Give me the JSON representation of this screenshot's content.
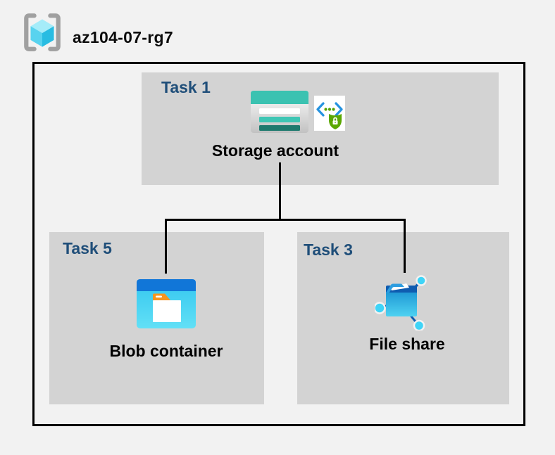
{
  "resource_group": {
    "name": "az104-07-rg7"
  },
  "tasks": [
    {
      "id": "task1",
      "label": "Task 1",
      "resource": "Storage account"
    },
    {
      "id": "task5",
      "label": "Task 5",
      "resource": "Blob container"
    },
    {
      "id": "task3",
      "label": "Task 3",
      "resource": "File share"
    }
  ],
  "connections": [
    {
      "from": "Storage account",
      "to": "Blob container"
    },
    {
      "from": "Storage account",
      "to": "File share"
    }
  ],
  "icons": {
    "resource_group": "resource-group-icon (gray brackets with cyan cube)",
    "storage_account": "storage-account-icon (teal striped card)",
    "secure_access": "secure-access-icon (code brackets with green shield lock)",
    "blob_container": "blob-container-icon (blue window with orange-tab folder)",
    "file_share": "file-share-icon (blue folder with sync nodes)"
  },
  "colors": {
    "canvas_background": "#f2f2f2",
    "task_box_fill": "#d3d3d3",
    "task_label": "#1f4e79",
    "outer_border": "#000000",
    "connector": "#000000",
    "storage_teal": "#3bc2b1",
    "storage_teal_dark": "#1e7a6e",
    "blob_header_blue": "#1176d8",
    "blob_body_cyan": "#3fd0f2",
    "folder_tab_orange": "#f7941e",
    "file_share_navy": "#0f5cb0",
    "node_cyan": "#3fd4f7",
    "shield_green": "#5aa802",
    "code_bracket_blue": "#2492e0",
    "bracket_gray": "#a0a0a0",
    "cube_cyan_light": "#a5ecf9"
  }
}
